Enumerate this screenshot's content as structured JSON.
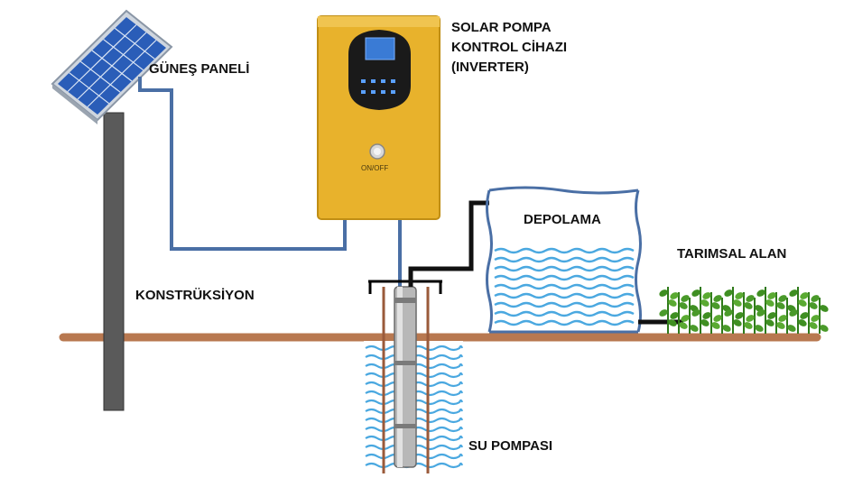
{
  "labels": {
    "inverter_line1": "SOLAR POMPA",
    "inverter_line2": "KONTROL CİHAZI",
    "inverter_line3": "(INVERTER)",
    "solar_panel": "GÜNEŞ PANELİ",
    "structure": "KONSTRÜKSİYON",
    "storage": "DEPOLAMA",
    "field": "TARIMSAL ALAN",
    "pump": "SU POMPASI"
  },
  "device": {
    "switch_label": "ON/OFF"
  },
  "colors": {
    "cable_blue": "#4a6fa5",
    "inverter_body": "#e8b22c",
    "ground": "#b87850",
    "water": "#4aa8e0",
    "pole": "#5a5a5a",
    "plants": "#4a9a2a"
  }
}
